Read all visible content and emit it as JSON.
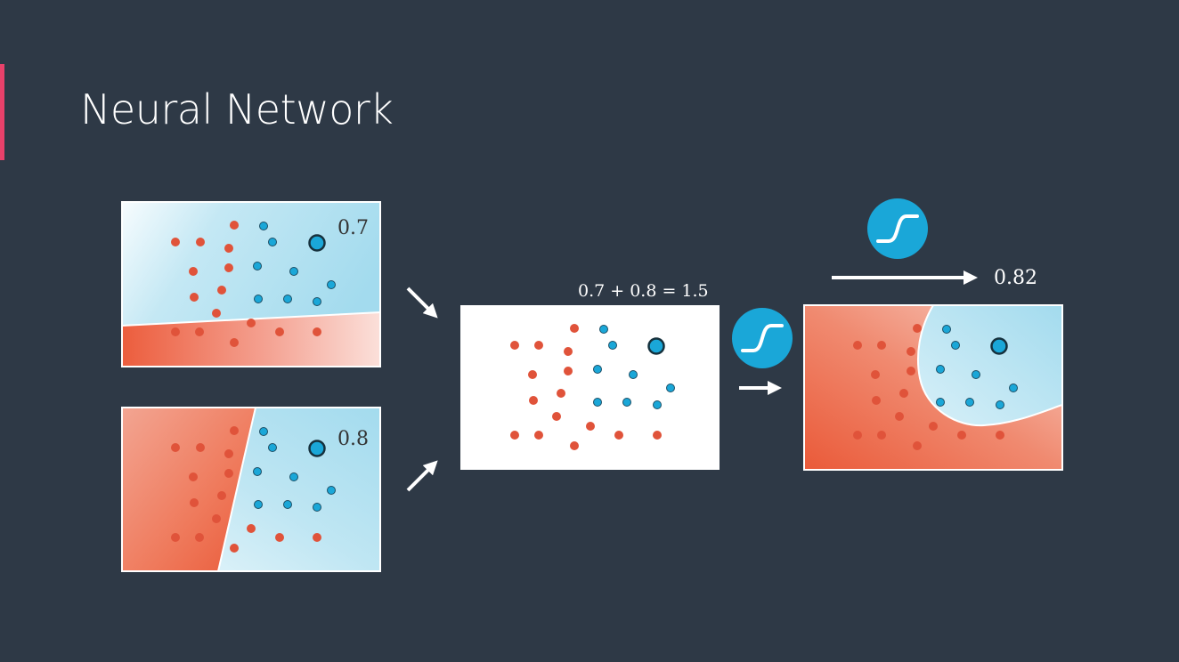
{
  "slide": {
    "title": "Neural Network",
    "accent_color": "#e8416a",
    "background_color": "#2e3946"
  },
  "diagram": {
    "input_model_1": {
      "score_label": "0.7"
    },
    "input_model_2": {
      "score_label": "0.8"
    },
    "combined_model": {
      "sum_label": "0.7 + 0.8 = 1.5"
    },
    "output_model": {
      "output_label": "0.82"
    },
    "activation_icon": "sigmoid-icon",
    "colors": {
      "positive_region": "#a6dcee",
      "negative_region": "#ee6a4c",
      "positive_point": "#1aa7d8",
      "negative_point": "#e0533a",
      "activation_circle": "#1aa7d8"
    }
  }
}
